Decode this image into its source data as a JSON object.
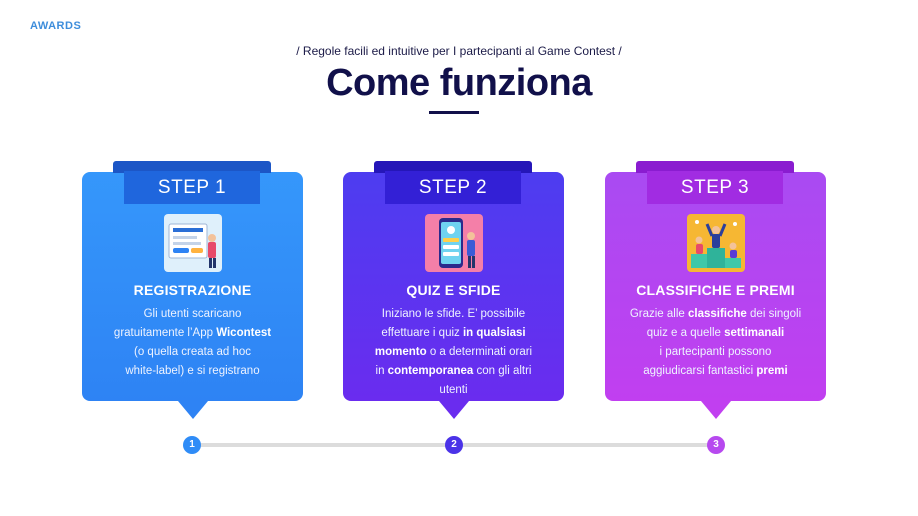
{
  "header": {
    "tag": "AWARDS",
    "subtitle": "/ Regole facili ed intuitive per I partecipanti al Game Contest /",
    "title": "Come funziona"
  },
  "steps": [
    {
      "label": "STEP 1",
      "title": "REGISTRAZIONE",
      "body": [
        {
          "t": "Gli utenti scaricano",
          "b": false
        },
        {
          "br": true
        },
        {
          "t": "gratuitamente l’App ",
          "b": false
        },
        {
          "t": "Wicontest",
          "b": true
        },
        {
          "br": true
        },
        {
          "t": "(o quella creata ad hoc",
          "b": false
        },
        {
          "br": true
        },
        {
          "t": "white-label) e  si registrano",
          "b": false
        }
      ]
    },
    {
      "label": "STEP 2",
      "title": "QUIZ E SFIDE",
      "body": [
        {
          "t": "Iniziano le sfide. E’ possibile",
          "b": false
        },
        {
          "br": true
        },
        {
          "t": "effettuare i quiz ",
          "b": false
        },
        {
          "t": "in qualsiasi",
          "b": true
        },
        {
          "br": true
        },
        {
          "t": "momento",
          "b": true
        },
        {
          "t": " o a determinati orari",
          "b": false
        },
        {
          "br": true
        },
        {
          "t": "in ",
          "b": false
        },
        {
          "t": "contemporanea",
          "b": true
        },
        {
          "t": " con gli altri",
          "b": false
        },
        {
          "br": true
        },
        {
          "t": "utenti",
          "b": false
        }
      ]
    },
    {
      "label": "STEP 3",
      "title": "CLASSIFICHE E PREMI",
      "body": [
        {
          "t": "Grazie alle ",
          "b": false
        },
        {
          "t": "classifiche",
          "b": true
        },
        {
          "t": " dei singoli",
          "b": false
        },
        {
          "br": true
        },
        {
          "t": "quiz e a quelle ",
          "b": false
        },
        {
          "t": "settimanali",
          "b": true
        },
        {
          "br": true
        },
        {
          "t": "i partecipanti possono",
          "b": false
        },
        {
          "br": true
        },
        {
          "t": "aggiudicarsi fantastici ",
          "b": false
        },
        {
          "t": "premi",
          "b": true
        }
      ]
    }
  ],
  "timeline": [
    "1",
    "2",
    "3"
  ],
  "colors": {
    "step1": "#2f8cf7",
    "step2": "#4b33e8",
    "step3": "#b749ef",
    "title": "#11104a"
  },
  "icons": [
    "registration-illustration",
    "quiz-phone-illustration",
    "podium-winners-illustration"
  ]
}
